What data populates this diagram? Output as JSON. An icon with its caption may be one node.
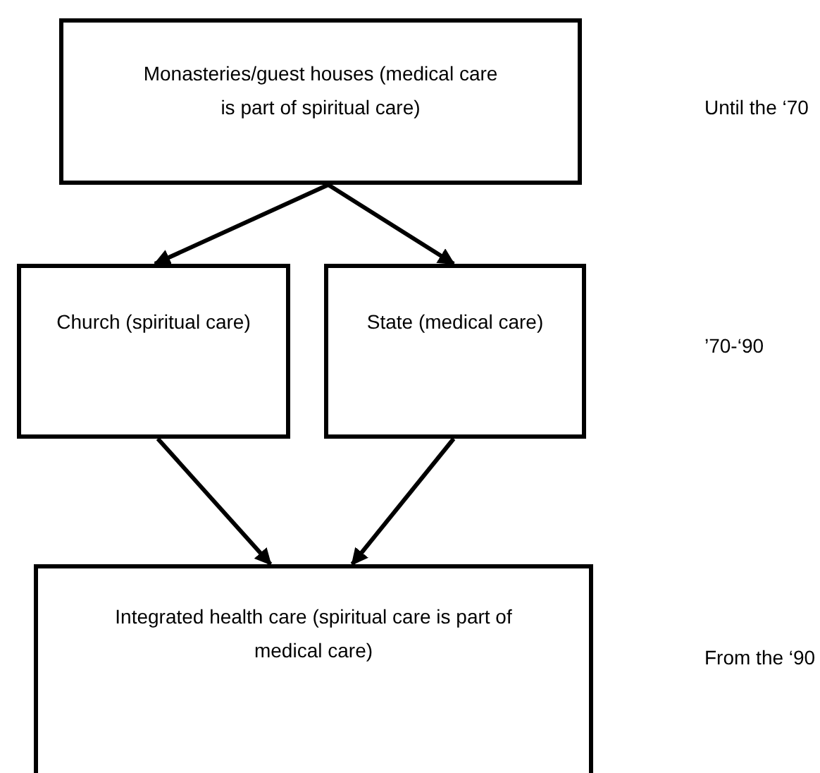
{
  "diagram": {
    "nodes": [
      {
        "text": [
          "Monasteries/guest houses (medical care is part of spiritual care)"
        ]
      },
      {
        "text": [
          "Church (spiritual care)"
        ]
      },
      {
        "text": [
          "State (medical care)"
        ]
      },
      {
        "text": [
          "Integrated health care (spiritual care is part of medical care)"
        ]
      }
    ],
    "edges": [
      {
        "from": 0,
        "to": 1,
        "arrow": "to"
      },
      {
        "from": 0,
        "to": 2,
        "arrow": "to"
      },
      {
        "from": 1,
        "to": 3,
        "arrow": "to"
      },
      {
        "from": 2,
        "to": 3,
        "arrow": "to"
      }
    ],
    "labels": [
      "Until the ‘70",
      "’70-‘90",
      "From the ‘90"
    ]
  }
}
